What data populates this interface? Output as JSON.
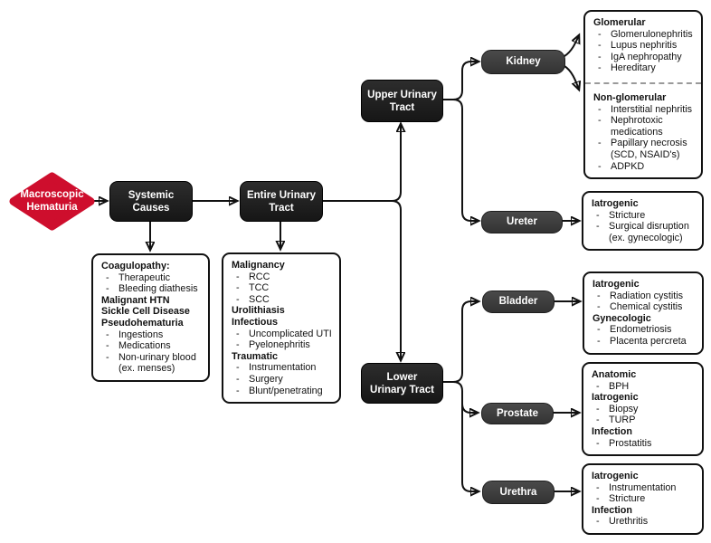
{
  "colors": {
    "red": "#ce0e2d",
    "line": "#111111",
    "box-top": "#2d2d2d",
    "box-bottom": "#161616",
    "pill-top": "#4a4a4a",
    "pill-bottom": "#333333"
  },
  "nodes": {
    "root": {
      "label": "Macroscopic\nHematuria"
    },
    "systemic": {
      "label": "Systemic\nCauses"
    },
    "entire": {
      "label": "Entire Urinary\nTract"
    },
    "upper": {
      "label": "Upper Urinary\nTract"
    },
    "lower": {
      "label": "Lower\nUrinary Tract"
    },
    "kidney": {
      "label": "Kidney"
    },
    "ureter": {
      "label": "Ureter"
    },
    "bladder": {
      "label": "Bladder"
    },
    "prostate": {
      "label": "Prostate"
    },
    "urethra": {
      "label": "Urethra"
    }
  },
  "details": {
    "systemic": {
      "sections": [
        {
          "header": "Coagulopathy:",
          "items": [
            "Therapeutic",
            "Bleeding diathesis"
          ]
        },
        {
          "header": "Malignant HTN",
          "items": []
        },
        {
          "header": "Sickle Cell Disease",
          "items": []
        },
        {
          "header": "Pseudohematuria",
          "items": [
            "Ingestions",
            "Medications",
            "Non-urinary blood (ex. menses)"
          ]
        }
      ]
    },
    "entire": {
      "sections": [
        {
          "header": "Malignancy",
          "items": [
            "RCC",
            "TCC",
            "SCC"
          ]
        },
        {
          "header": "Urolithiasis",
          "items": []
        },
        {
          "header": "Infectious",
          "items": [
            "Uncomplicated UTI",
            "Pyelonephritis"
          ]
        },
        {
          "header": "Traumatic",
          "items": [
            "Instrumentation",
            "Surgery",
            "Blunt/penetrating"
          ]
        }
      ]
    },
    "kidney_glomerular": {
      "sections": [
        {
          "header": "Glomerular",
          "items": [
            "Glomerulonephritis",
            "Lupus nephritis",
            "IgA nephropathy",
            "Hereditary"
          ]
        }
      ]
    },
    "kidney_nonglomerular": {
      "sections": [
        {
          "header": "Non-glomerular",
          "items": [
            "Interstitial nephritis",
            "Nephrotoxic medications",
            "Papillary necrosis (SCD, NSAID's)",
            "ADPKD"
          ]
        }
      ]
    },
    "ureter": {
      "sections": [
        {
          "header": "Iatrogenic",
          "items": [
            "Stricture",
            "Surgical disruption (ex. gynecologic)"
          ]
        }
      ]
    },
    "bladder": {
      "sections": [
        {
          "header": "Iatrogenic",
          "items": [
            "Radiation cystitis",
            "Chemical cystitis"
          ]
        },
        {
          "header": "Gynecologic",
          "items": [
            "Endometriosis",
            "Placenta percreta"
          ]
        }
      ]
    },
    "prostate": {
      "sections": [
        {
          "header": "Anatomic",
          "items": [
            "BPH"
          ]
        },
        {
          "header": "Iatrogenic",
          "items": [
            "Biopsy",
            "TURP"
          ]
        },
        {
          "header": "Infection",
          "items": [
            "Prostatitis"
          ]
        }
      ]
    },
    "urethra": {
      "sections": [
        {
          "header": "Iatrogenic",
          "items": [
            "Instrumentation",
            "Stricture"
          ]
        },
        {
          "header": "Infection",
          "items": [
            "Urethritis"
          ]
        }
      ]
    }
  }
}
